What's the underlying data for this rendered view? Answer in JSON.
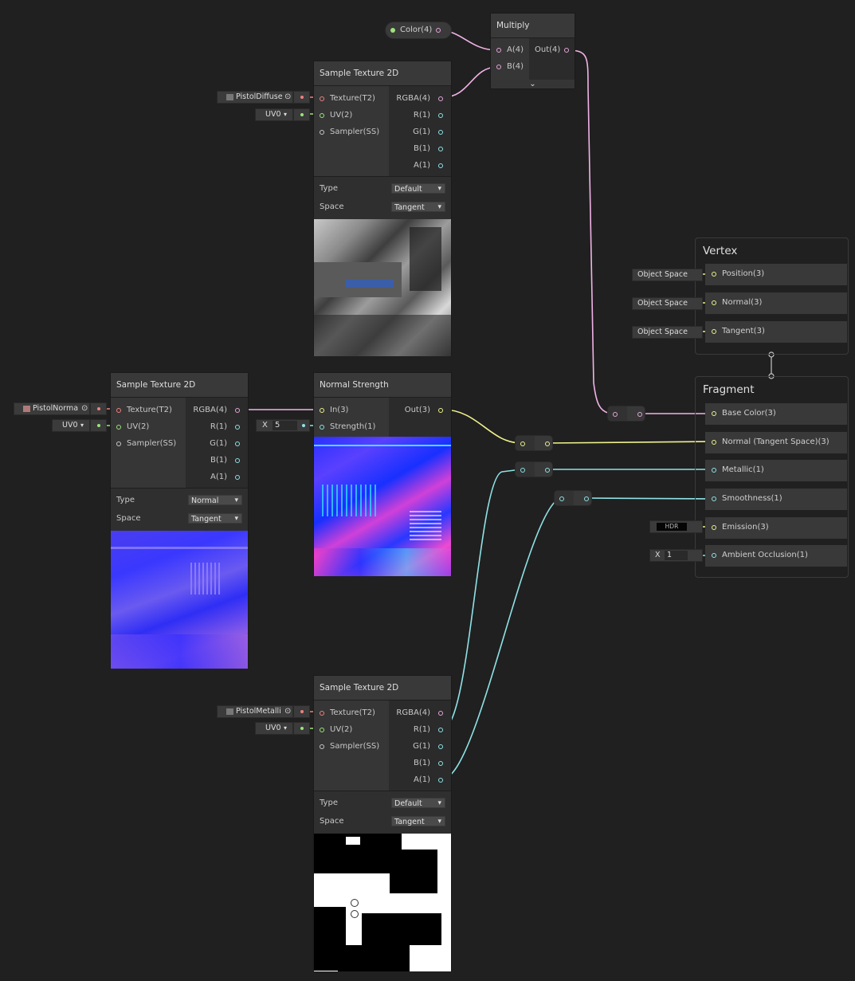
{
  "color_property": {
    "label": "Color(4)"
  },
  "multiply": {
    "title": "Multiply",
    "in_a": "A(4)",
    "in_b": "B(4)",
    "out": "Out(4)",
    "expand_icon": "chevron-down-icon"
  },
  "sample_diffuse": {
    "title": "Sample Texture 2D",
    "inputs": [
      "Texture(T2)",
      "UV(2)",
      "Sampler(SS)"
    ],
    "outputs": [
      "RGBA(4)",
      "R(1)",
      "G(1)",
      "B(1)",
      "A(1)"
    ],
    "type_label": "Type",
    "type_value": "Default",
    "space_label": "Space",
    "space_value": "Tangent",
    "texture_field": "PistolDiffuse",
    "uv_field": "UV0"
  },
  "sample_normal": {
    "title": "Sample Texture 2D",
    "inputs": [
      "Texture(T2)",
      "UV(2)",
      "Sampler(SS)"
    ],
    "outputs": [
      "RGBA(4)",
      "R(1)",
      "G(1)",
      "B(1)",
      "A(1)"
    ],
    "type_label": "Type",
    "type_value": "Normal",
    "space_label": "Space",
    "space_value": "Tangent",
    "texture_field": "PistolNorma",
    "uv_field": "UV0"
  },
  "normal_strength": {
    "title": "Normal Strength",
    "in": "In(3)",
    "strength": "Strength(1)",
    "out": "Out(3)",
    "strength_axis": "X",
    "strength_value": "5"
  },
  "sample_metallic": {
    "title": "Sample Texture 2D",
    "inputs": [
      "Texture(T2)",
      "UV(2)",
      "Sampler(SS)"
    ],
    "outputs": [
      "RGBA(4)",
      "R(1)",
      "G(1)",
      "B(1)",
      "A(1)"
    ],
    "type_label": "Type",
    "type_value": "Default",
    "space_label": "Space",
    "space_value": "Tangent",
    "texture_field": "PistolMetalli",
    "uv_field": "UV0"
  },
  "vertex": {
    "title": "Vertex",
    "blocks": [
      "Position(3)",
      "Normal(3)",
      "Tangent(3)"
    ],
    "space_fields": [
      "Object Space",
      "Object Space",
      "Object Space"
    ]
  },
  "fragment": {
    "title": "Fragment",
    "blocks": [
      "Base Color(3)",
      "Normal (Tangent Space)(3)",
      "Metallic(1)",
      "Smoothness(1)",
      "Emission(3)",
      "Ambient Occlusion(1)"
    ],
    "emission_field": "HDR",
    "ao_axis": "X",
    "ao_value": "1"
  },
  "colors": {
    "background": "#202020",
    "wire_color": "#f1b3e6",
    "wire_vector3": "#eef18c",
    "wire_float": "#8fe2e6",
    "node_header": "#393939",
    "node_body": "#2b2b2b"
  }
}
